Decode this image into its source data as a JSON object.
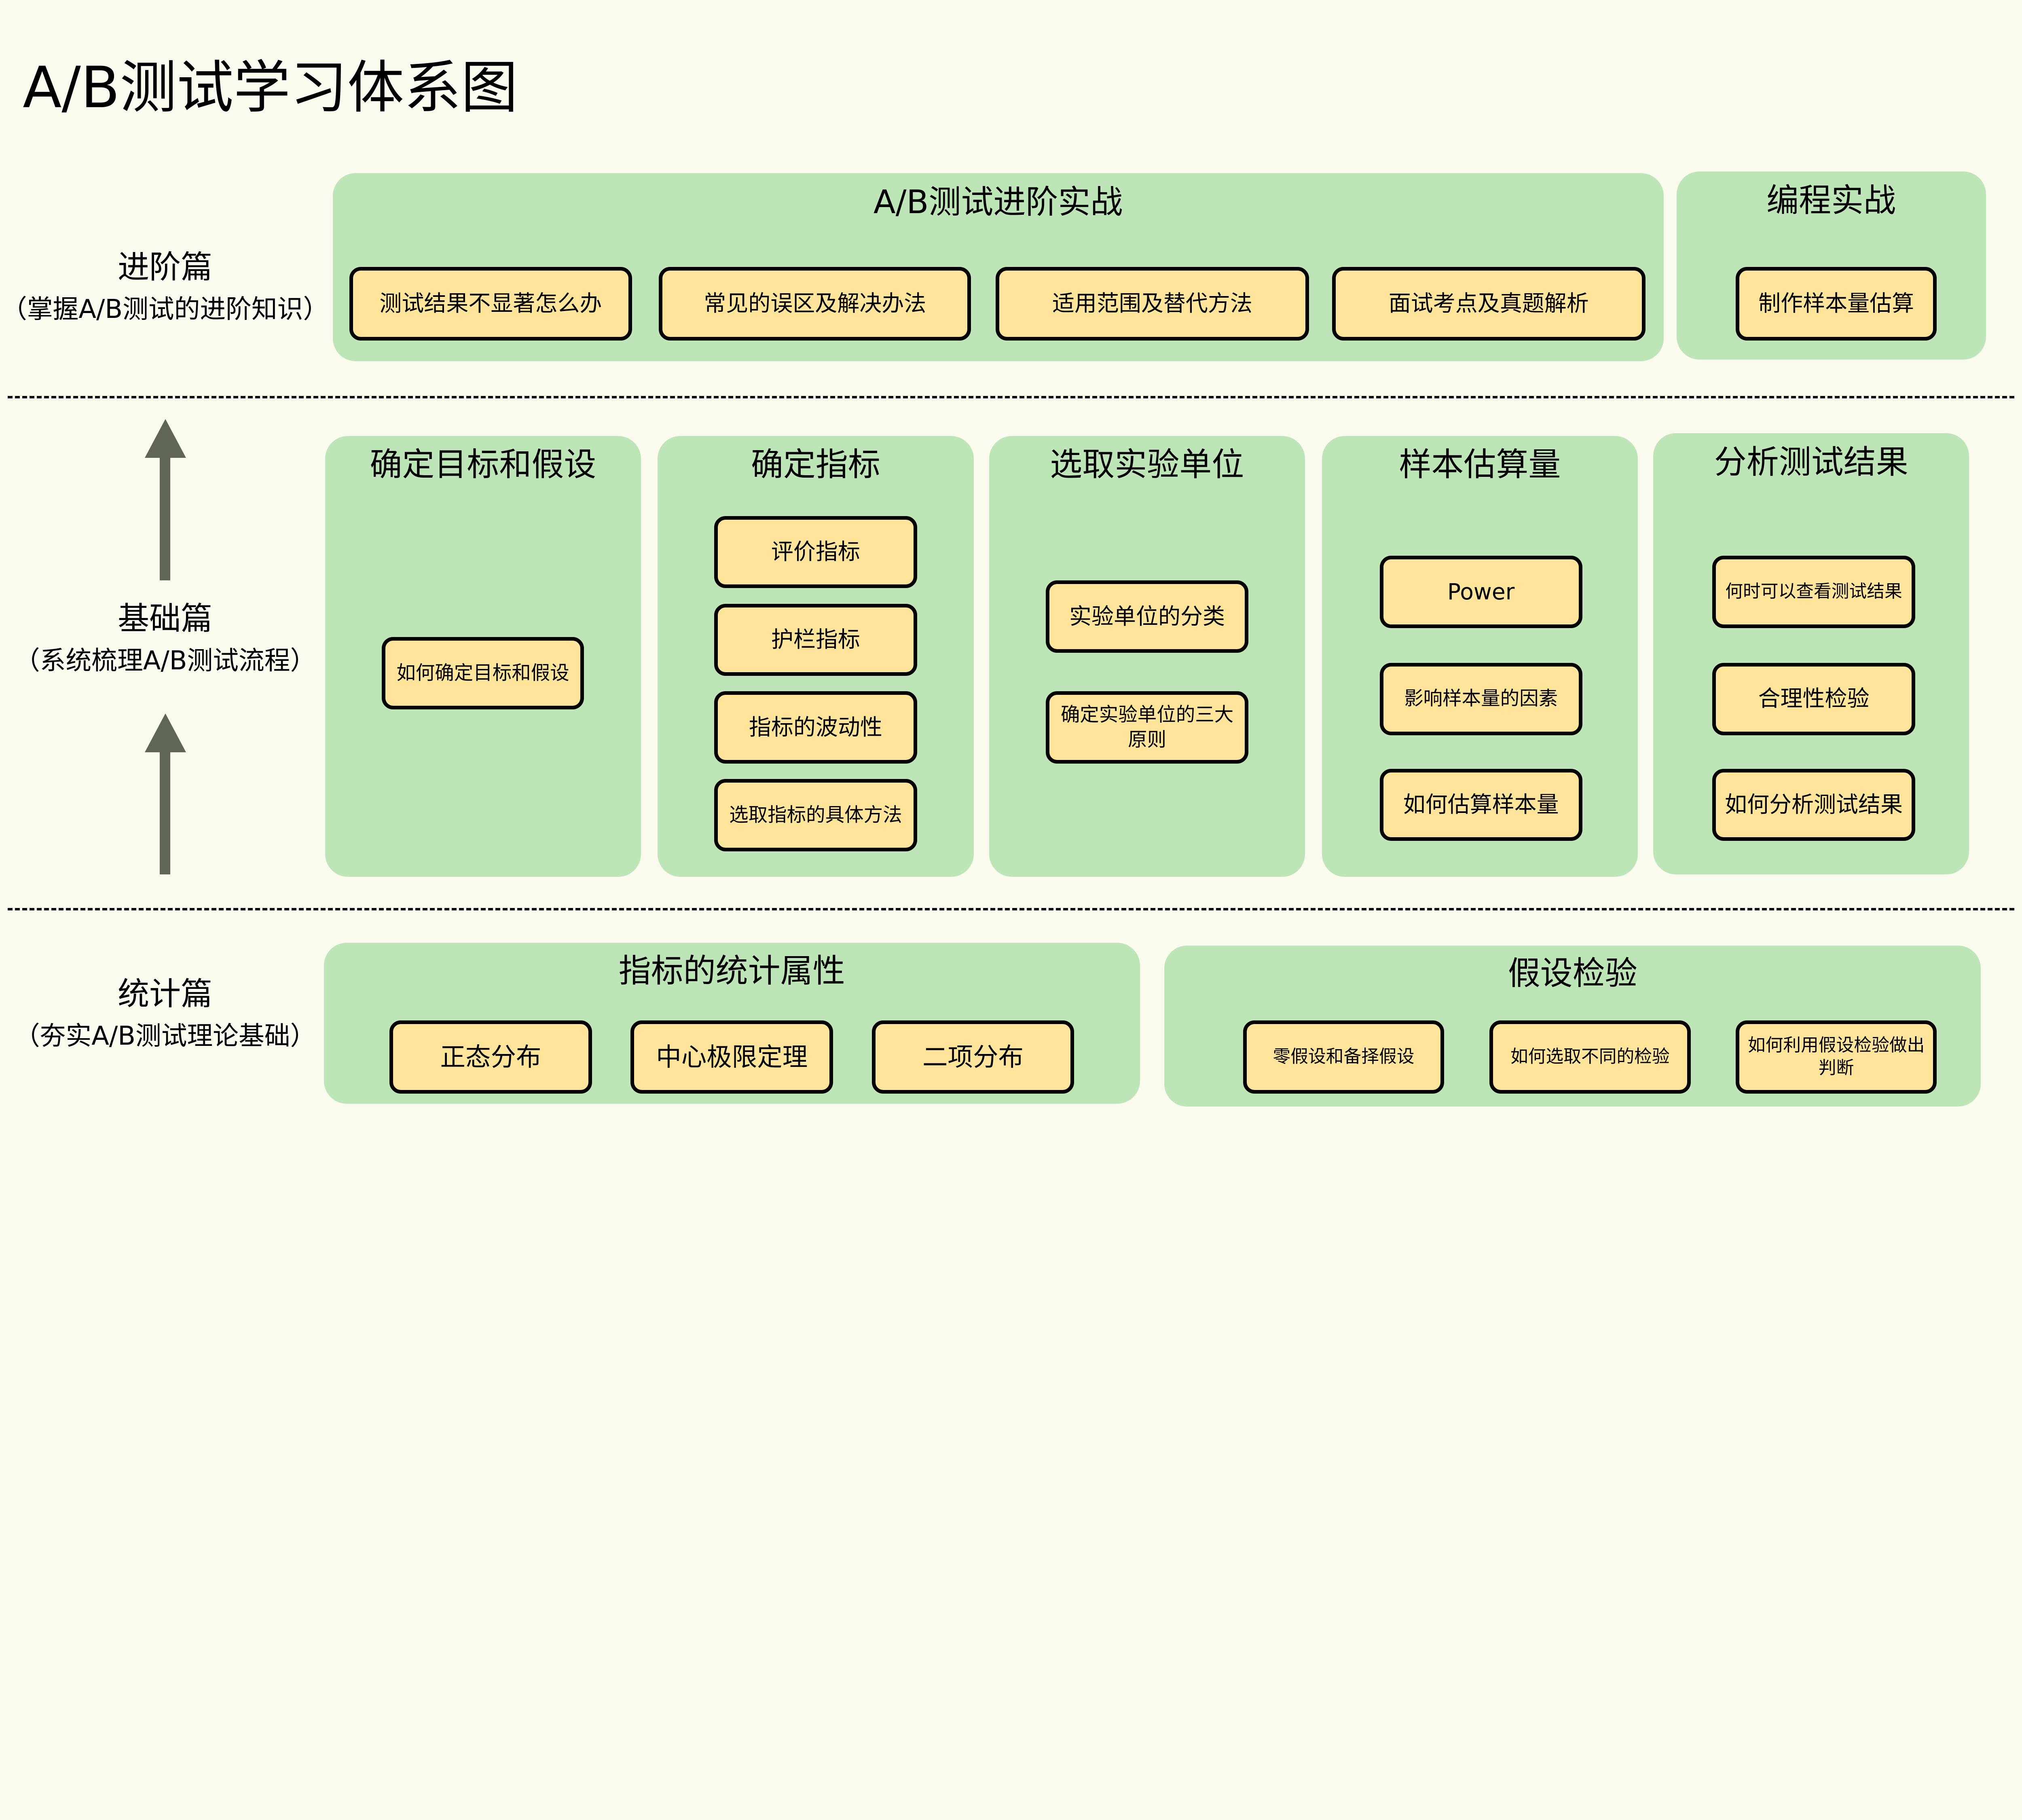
{
  "title": "A/B测试学习体系图",
  "colors": {
    "background": "#FAFAEE",
    "panel": "#BEE5B7",
    "box": "#FFE49C",
    "arrow": "#5F6653"
  },
  "levels": {
    "advanced": {
      "name": "进阶篇",
      "desc": "（掌握A/B测试的进阶知识）"
    },
    "basic": {
      "name": "基础篇",
      "desc": "（系统梳理A/B测试流程）"
    },
    "stats": {
      "name": "统计篇",
      "desc": "（夯实A/B测试理论基础）"
    }
  },
  "advanced": [
    {
      "title": "A/B测试进阶实战",
      "items": [
        "测试结果不显著怎么办",
        "常见的误区及解决办法",
        "适用范围及替代方法",
        "面试考点及真题解析"
      ]
    },
    {
      "title": "编程实战",
      "items": [
        "制作样本量估算"
      ]
    }
  ],
  "basic": [
    {
      "title": "确定目标和假设",
      "items": [
        "如何确定目标和假设"
      ]
    },
    {
      "title": "确定指标",
      "items": [
        "评价指标",
        "护栏指标",
        "指标的波动性",
        "选取指标的具体方法"
      ]
    },
    {
      "title": "选取实验单位",
      "items": [
        "实验单位的分类",
        "确定实验单位的三大原则"
      ]
    },
    {
      "title": "样本估算量",
      "items": [
        "Power",
        "影响样本量的因素",
        "如何估算样本量"
      ]
    },
    {
      "title": "分析测试结果",
      "items": [
        "何时可以查看测试结果",
        "合理性检验",
        "如何分析测试结果"
      ]
    }
  ],
  "stats": [
    {
      "title": "指标的统计属性",
      "items": [
        "正态分布",
        "中心极限定理",
        "二项分布"
      ]
    },
    {
      "title": "假设检验",
      "items": [
        "零假设和备择假设",
        "如何选取不同的检验",
        "如何利用假设检验做出判断"
      ]
    }
  ]
}
